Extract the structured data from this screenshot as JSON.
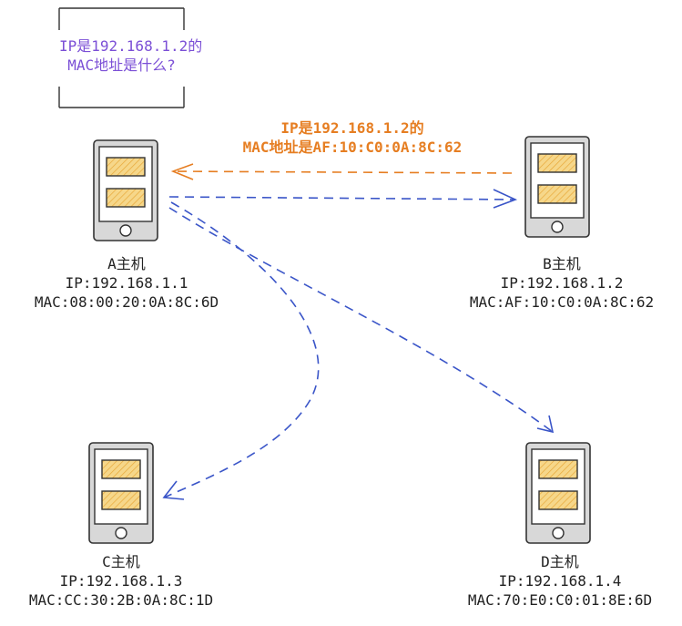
{
  "query": {
    "line1": "IP是192.168.1.2的",
    "line2": "MAC地址是什么?"
  },
  "reply": {
    "line1": "IP是192.168.1.2的",
    "line2": "MAC地址是AF:10:C0:0A:8C:62"
  },
  "hosts": [
    {
      "name": "A主机",
      "ip": "IP:192.168.1.1",
      "mac": "MAC:08:00:20:0A:8C:6D"
    },
    {
      "name": "B主机",
      "ip": "IP:192.168.1.2",
      "mac": "MAC:AF:10:C0:0A:8C:62"
    },
    {
      "name": "C主机",
      "ip": "IP:192.168.1.3",
      "mac": "MAC:CC:30:2B:0A:8C:1D"
    },
    {
      "name": "D主机",
      "ip": "IP:192.168.1.4",
      "mac": "MAC:70:E0:C0:01:8E:6D"
    }
  ],
  "colors": {
    "query": "#7b4fd6",
    "reply": "#e67e22",
    "broadcast": "#3a55c8",
    "device": "#555555",
    "slot": "#f4c95d"
  }
}
